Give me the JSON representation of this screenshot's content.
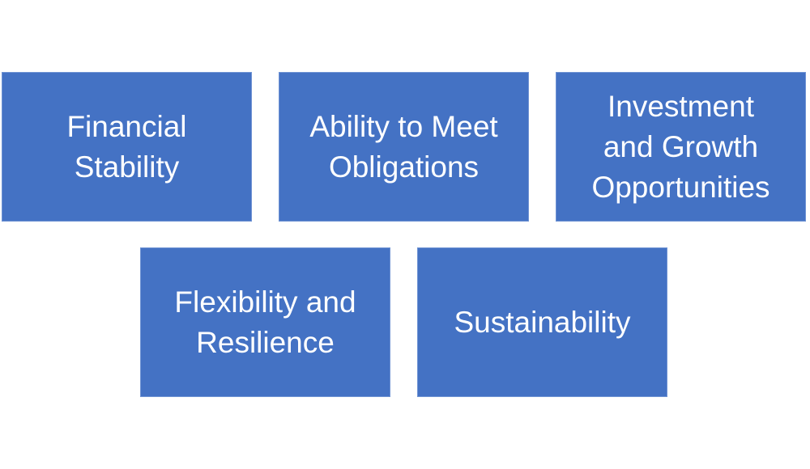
{
  "boxes": [
    {
      "label": "Financial\nStability"
    },
    {
      "label": "Ability to Meet\nObligations"
    },
    {
      "label": "Investment\nand Growth\nOpportunities"
    },
    {
      "label": "Flexibility and\nResilience"
    },
    {
      "label": "Sustainability"
    }
  ],
  "colors": {
    "box_fill": "#4472C4",
    "text": "#FFFFFF"
  }
}
